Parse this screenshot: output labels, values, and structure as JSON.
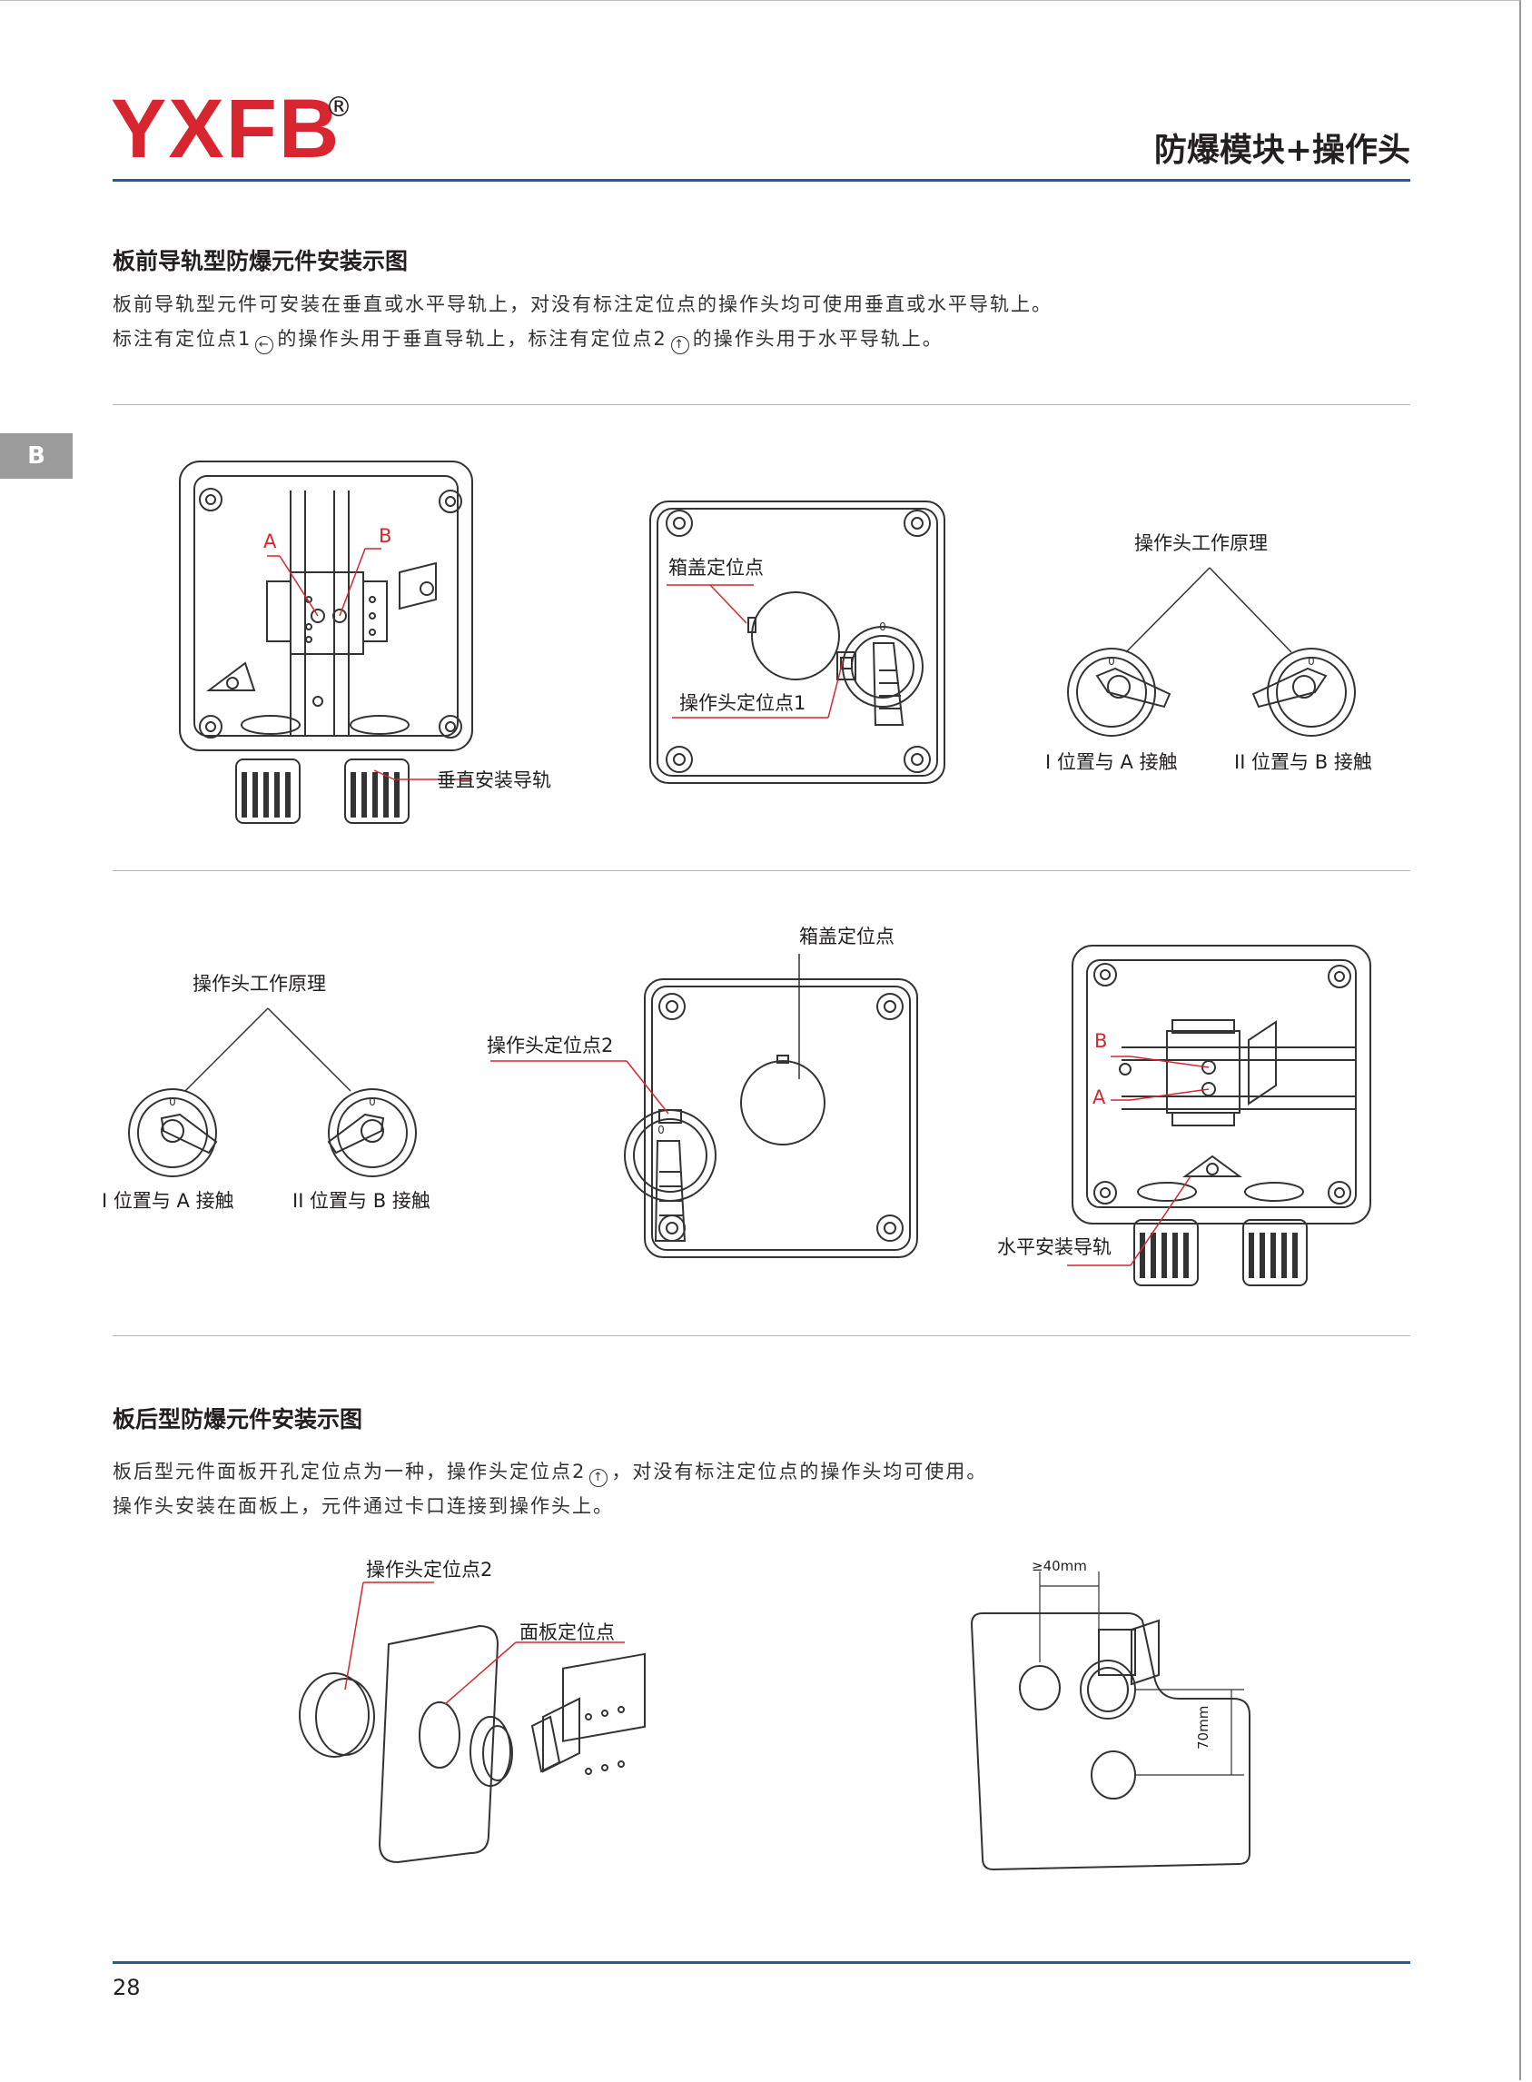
{
  "header": {
    "brand": "YXFB",
    "registered": "®",
    "title": "防爆模块+操作头"
  },
  "side_tab": "B",
  "section1": {
    "title": "板前导轨型防爆元件安装示图",
    "line1": "板前导轨型元件可安装在垂直或水平导轨上，对没有标注定位点的操作头均可使用垂直或水平导轨上。",
    "line2_a": "标注有定位点1",
    "line2_icon1": "←",
    "line2_b": "的操作头用于垂直导轨上，标注有定位点2",
    "line2_icon2": "↑",
    "line2_c": "的操作头用于水平导轨上。"
  },
  "fig1": {
    "label_a": "A",
    "label_b": "B",
    "rail_label": "垂直安装导轨"
  },
  "fig2": {
    "lid_point": "箱盖定位点",
    "head_point": "操作头定位点1",
    "dial_zero": "0"
  },
  "fig3": {
    "title": "操作头工作原理",
    "left_caption": "I 位置与 A 接触",
    "right_caption": "II 位置与 B 接触",
    "dial_zero": "0"
  },
  "fig4": {
    "title": "操作头工作原理",
    "left_caption": "I 位置与 A 接触",
    "right_caption": "II 位置与 B 接触",
    "dial_zero": "0"
  },
  "fig5": {
    "lid_point": "箱盖定位点",
    "head_point": "操作头定位点2",
    "dial_zero": "0"
  },
  "fig6": {
    "label_a": "A",
    "label_b": "B",
    "rail_label": "水平安装导轨"
  },
  "section2": {
    "title": "板后型防爆元件安装示图",
    "line1_a": "板后型元件面板开孔定位点为一种，操作头定位点2",
    "line1_icon": "↑",
    "line1_b": "，对没有标注定位点的操作头均可使用。",
    "line2": "操作头安装在面板上，元件通过卡口连接到操作头上。"
  },
  "fig7": {
    "head_point": "操作头定位点2",
    "panel_point": "面板定位点"
  },
  "fig8": {
    "dim_h": "≥40mm",
    "dim_v": "70mm"
  },
  "footer": {
    "page_number": "28"
  }
}
